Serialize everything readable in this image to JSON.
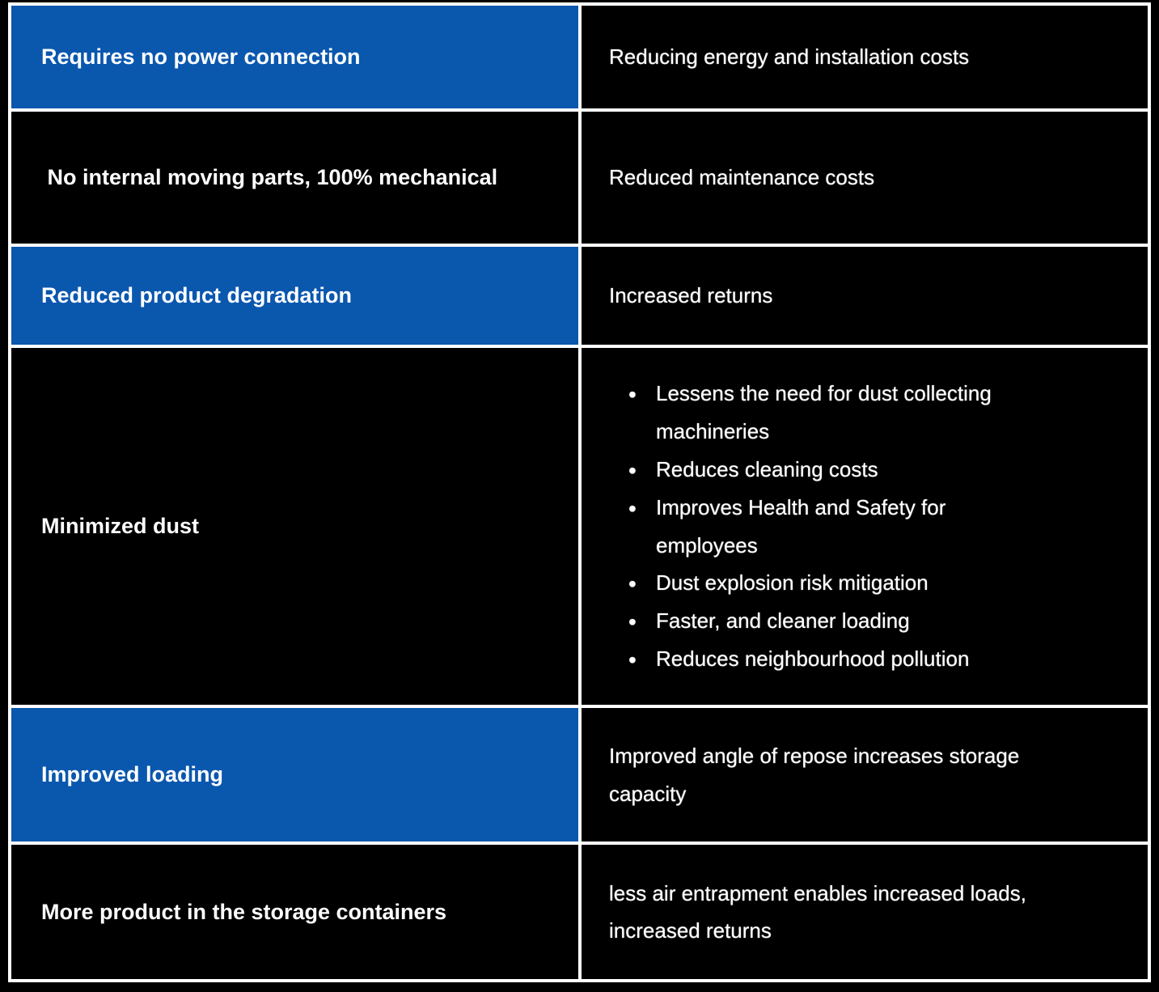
{
  "colors": {
    "accent_blue": "#0a57ae",
    "cell_black": "#000000",
    "border_white": "#ffffff",
    "page_background": "#000000",
    "text_white": "#ffffff"
  },
  "table": {
    "rows": [
      {
        "feature": "Requires no power connection",
        "highlighted": true,
        "benefit": "Reducing energy and installation costs"
      },
      {
        "feature": " No internal moving parts, 100% mechanical",
        "highlighted": false,
        "benefit": "Reduced maintenance costs"
      },
      {
        "feature": "Reduced product degradation",
        "highlighted": true,
        "benefit": "Increased returns"
      },
      {
        "feature": "Minimized dust",
        "highlighted": false,
        "benefit_items": [
          "Lessens the need for dust collecting machineries",
          "Reduces cleaning costs",
          "Improves Health and Safety for employees",
          "Dust explosion risk mitigation",
          "Faster, and cleaner loading",
          "Reduces neighbourhood pollution"
        ]
      },
      {
        "feature": "Improved loading",
        "highlighted": true,
        "benefit": "Improved angle of repose increases storage capacity"
      },
      {
        "feature": "More product in the storage containers",
        "highlighted": false,
        "benefit": "less air entrapment enables increased loads, increased returns"
      }
    ]
  }
}
